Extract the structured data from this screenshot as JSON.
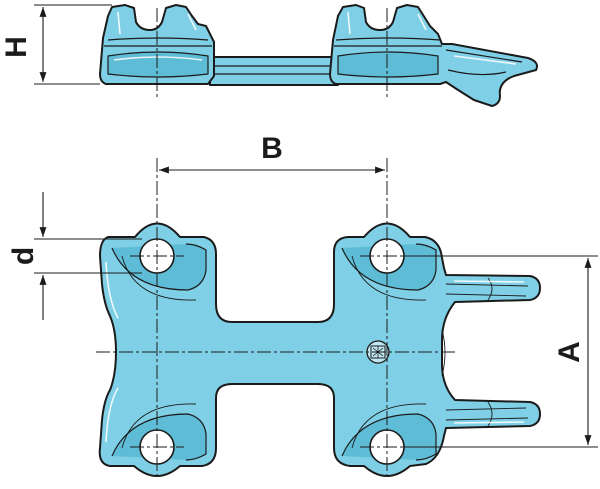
{
  "diagram": {
    "labels": {
      "H": "H",
      "B": "B",
      "d": "d",
      "A": "A"
    },
    "colors": {
      "part_fill": "#7fd0e6",
      "part_shade": "#5fbcd6",
      "outline": "#1b1b1b",
      "background": "#ffffff"
    },
    "marks": {
      "makers_mark": "makers-mark-icon"
    }
  }
}
